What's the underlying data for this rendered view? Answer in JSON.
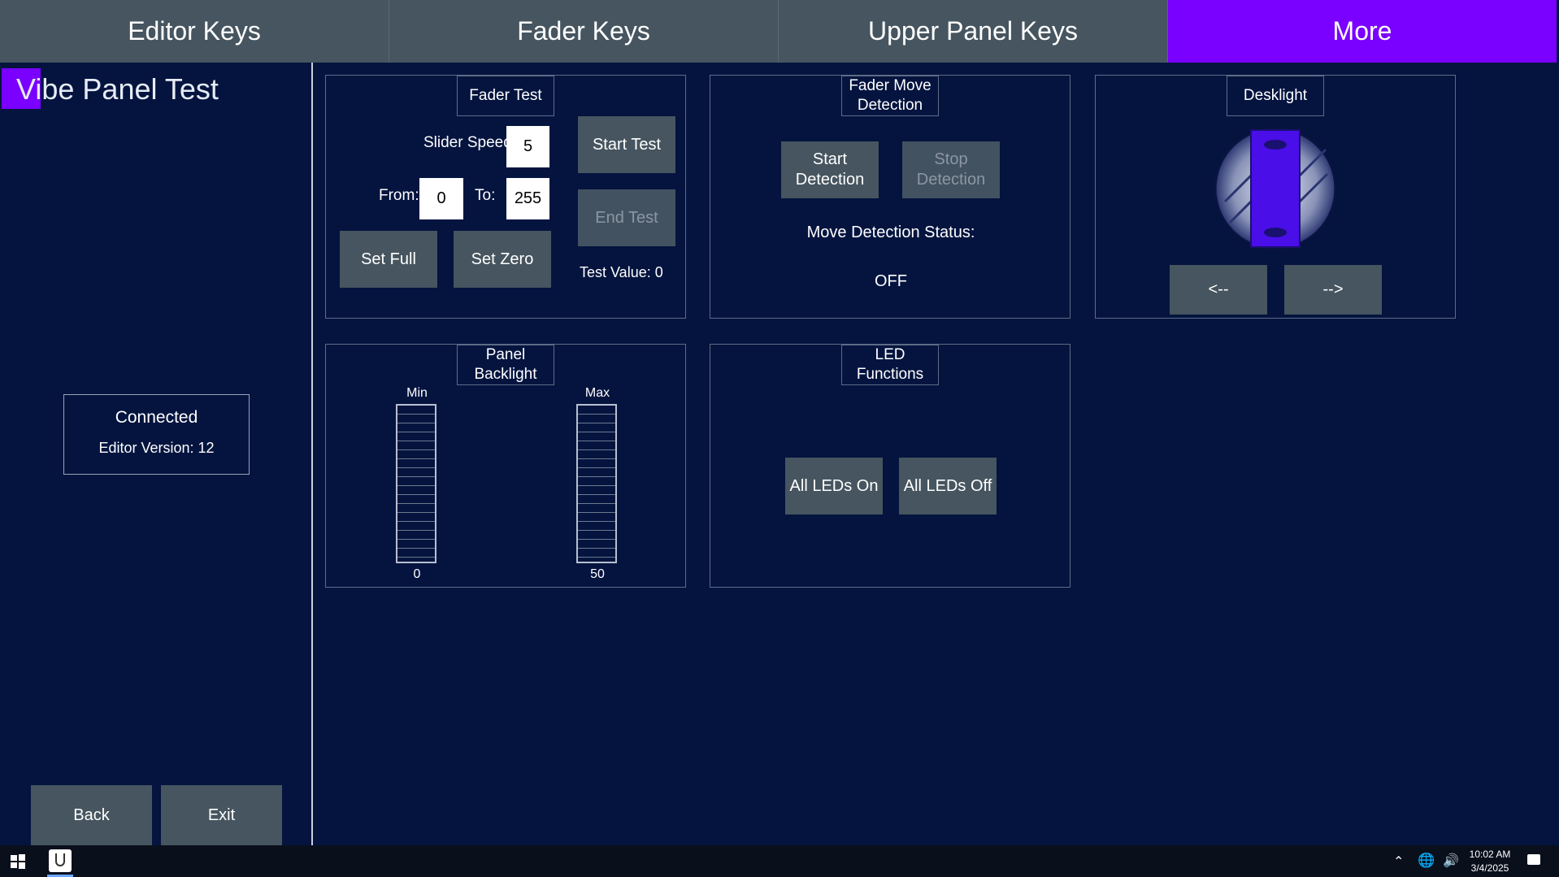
{
  "tabs": [
    {
      "label": "Editor Keys"
    },
    {
      "label": "Fader Keys"
    },
    {
      "label": "Upper Panel Keys"
    },
    {
      "label": "More",
      "active": true
    }
  ],
  "sidebar": {
    "title": "Vibe Panel Test",
    "status": "Connected",
    "version": "Editor Version: 12",
    "back_label": "Back",
    "exit_label": "Exit"
  },
  "fader_test": {
    "title": "Fader Test",
    "slider_speed_label": "Slider Speed",
    "slider_speed": "5",
    "from_label": "From:",
    "from": "0",
    "to_label": "To:",
    "to": "255",
    "start_label": "Start Test",
    "end_label": "End Test",
    "set_full_label": "Set Full",
    "set_zero_label": "Set Zero",
    "test_value": "Test Value: 0"
  },
  "fader_move": {
    "title": "Fader Move Detection",
    "start_label": "Start Detection",
    "stop_label": "Stop Detection",
    "status_label": "Move Detection Status:",
    "status_value": "OFF"
  },
  "desklight": {
    "title": "Desklight",
    "prev_label": "<--",
    "next_label": "-->"
  },
  "backlight": {
    "title": "Panel Backlight",
    "min_label": "Min",
    "max_label": "Max",
    "min_value": "0",
    "max_value": "50"
  },
  "led": {
    "title": "LED Functions",
    "on_label": "All LEDs On",
    "off_label": "All LEDs Off"
  },
  "taskbar": {
    "time": "10:02 AM",
    "date": "3/4/2025"
  },
  "colors": {
    "background": "#04143f",
    "accent": "#7a00ff",
    "button": "#46555f"
  }
}
